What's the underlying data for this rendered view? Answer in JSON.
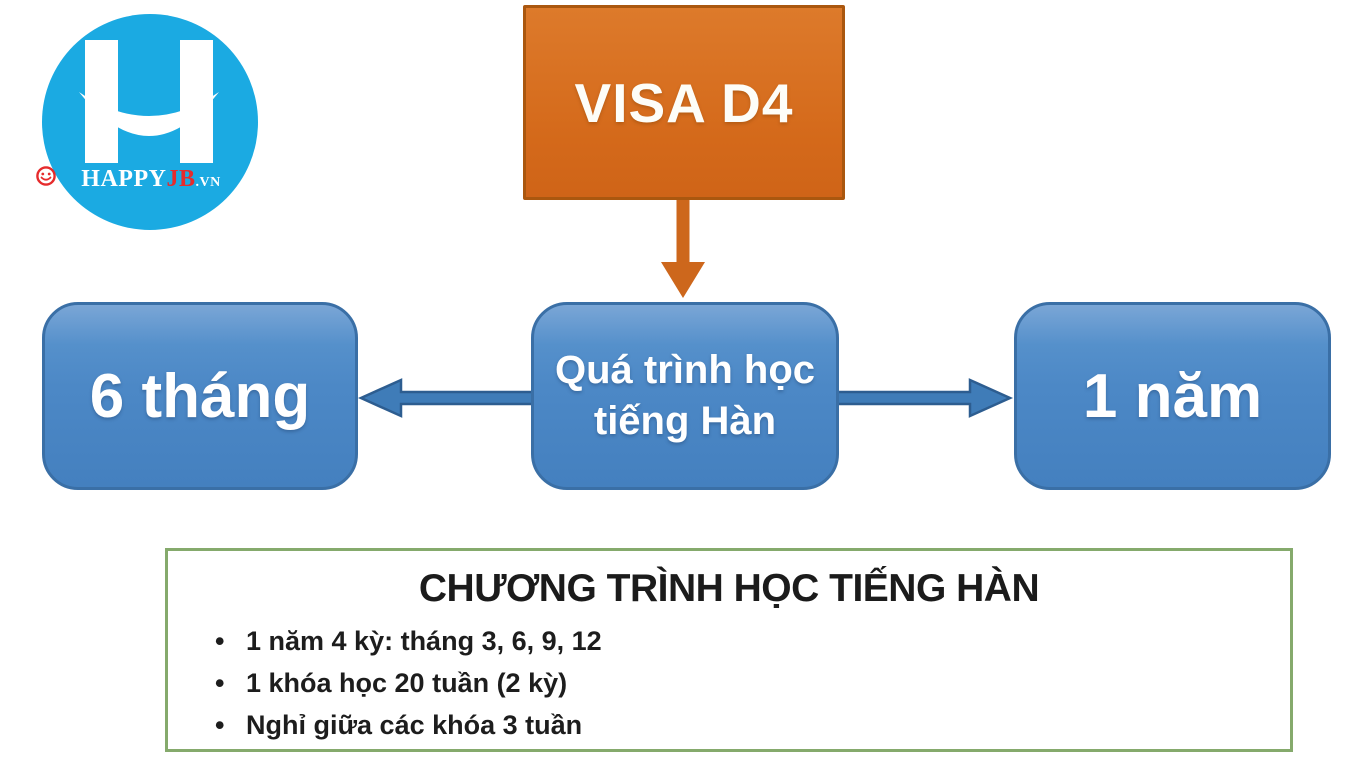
{
  "logo": {
    "happy": "HAPPY",
    "j": "J",
    "b": "B",
    "tld": ".VN",
    "circle_color": "#1baae2",
    "accent_red": "#e62b2c"
  },
  "flowchart": {
    "visa_box": {
      "label": "VISA D4",
      "fill": "#d4691a",
      "border": "#aa570f"
    },
    "process_box": {
      "label": "Quá trình học tiếng Hàn"
    },
    "duration_left_box": {
      "label": "6 tháng"
    },
    "duration_right_box": {
      "label": "1 năm"
    },
    "blue_box_fill": "#4c88c6",
    "blue_box_border": "#3a6fa6",
    "orange_arrow_color": "#cd671c",
    "blue_arrow_fill": "#3f7cb8",
    "blue_arrow_border": "#2d5d90"
  },
  "program_panel": {
    "title": "CHƯƠNG TRÌNH HỌC TIẾNG HÀN",
    "items": [
      "1 năm 4 kỳ: tháng 3, 6, 9, 12",
      "1 khóa học 20 tuần (2 kỳ)",
      "Nghỉ giữa các khóa 3 tuần"
    ],
    "border_color": "#85aa6c"
  }
}
